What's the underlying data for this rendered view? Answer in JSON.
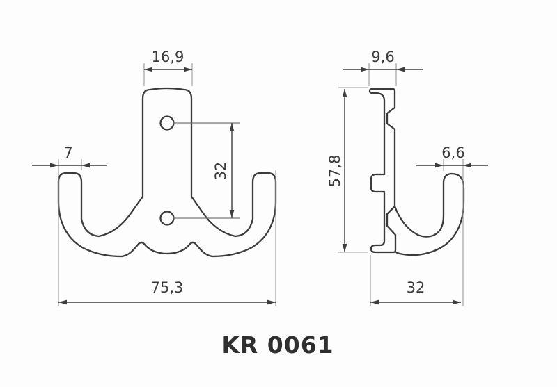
{
  "title": "KR 0061",
  "front_view": {
    "top_width": "16,9",
    "tip_width": "7",
    "hole_spacing": "32",
    "total_width": "75,3"
  },
  "side_view": {
    "top_depth": "9,6",
    "height": "57,8",
    "tip_thickness": "6,6",
    "total_depth": "32"
  },
  "colors": {
    "line": "#3b3b3b",
    "extension_line": "#9a9a9a",
    "background": "#fdfdfd"
  }
}
